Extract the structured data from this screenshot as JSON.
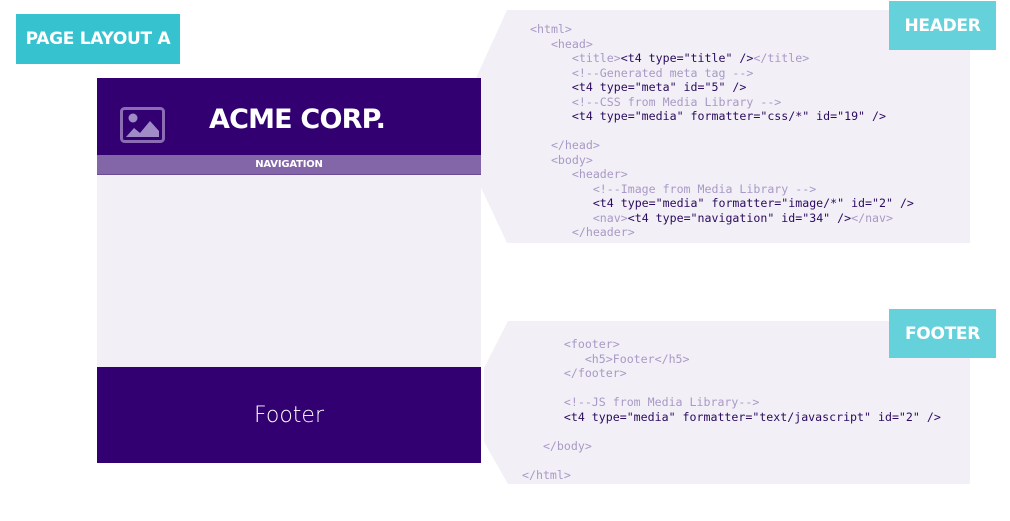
{
  "title_badge": "PAGE LAYOUT A",
  "layout": {
    "brand": "ACME CORP.",
    "logo_icon": "image-icon",
    "navigation": "NAVIGATION",
    "footer": "Footer"
  },
  "sections": {
    "header_label": "HEADER",
    "footer_label": "FOOTER"
  },
  "colors": {
    "teal_badge": "#37c2cf",
    "teal_section": "#65d2db",
    "purple_dark": "#330072",
    "purple_nav": "#8366a8",
    "panel_bg": "#f2f0f6",
    "code_muted": "#a899c6",
    "code_strong": "#2a0a5e"
  },
  "header_code": {
    "l0": "<html>",
    "l1": "   <head>",
    "l2a": "      <title>",
    "l2b": "<t4 type=\"title\" />",
    "l2c": "</title>",
    "l3": "      <!--Generated meta tag -->",
    "l4": "      <t4 type=\"meta\" id=\"5\" />",
    "l5": "      <!--CSS from Media Library -->",
    "l6": "      <t4 type=\"media\" formatter=\"css/*\" id=\"19\" />",
    "l7": "",
    "l8": "   </head>",
    "l9": "   <body>",
    "l10": "      <header>",
    "l11": "         <!--Image from Media Library -->",
    "l12": "         <t4 type=\"media\" formatter=\"image/*\" id=\"2\" />",
    "l13a": "         <nav>",
    "l13b": "<t4 type=\"navigation\" id=\"34\" />",
    "l13c": "</nav>",
    "l14": "      </header>"
  },
  "footer_code": {
    "l0": "      <footer>",
    "l1": "         <h5>Footer</h5>",
    "l2": "      </footer>",
    "l3": "",
    "l4": "      <!--JS from Media Library-->",
    "l5": "      <t4 type=\"media\" formatter=\"text/javascript\" id=\"2\" />",
    "l6": "",
    "l7": "   </body>",
    "l8": "",
    "l9": "</html>"
  }
}
